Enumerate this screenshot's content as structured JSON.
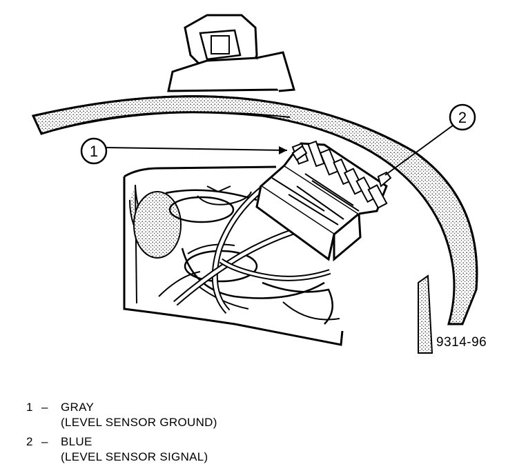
{
  "figure": {
    "id": "9314-96"
  },
  "callouts": [
    {
      "number": "1"
    },
    {
      "number": "2"
    }
  ],
  "legend": [
    {
      "number": "1",
      "dash": "–",
      "color": "GRAY",
      "description": "(LEVEL SENSOR GROUND)"
    },
    {
      "number": "2",
      "dash": "–",
      "color": "BLUE",
      "description": "(LEVEL SENSOR SIGNAL)"
    }
  ],
  "colors": {
    "line": "#000000",
    "background": "#ffffff",
    "stipple": "#555555"
  }
}
